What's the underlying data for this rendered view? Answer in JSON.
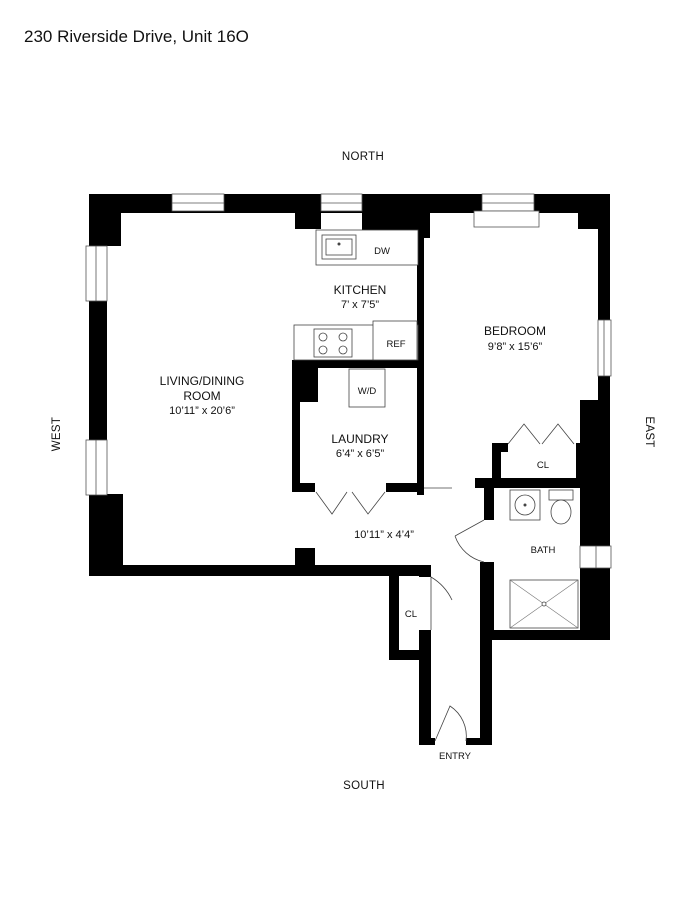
{
  "title": "230 Riverside Drive, Unit 16O",
  "compass": {
    "north": "NORTH",
    "south": "SOUTH",
    "east": "EAST",
    "west": "WEST"
  },
  "rooms": {
    "living": {
      "name_line1": "LIVING/DINING",
      "name_line2": "ROOM",
      "dim": "10’11” x 20’6”"
    },
    "kitchen": {
      "name": "KITCHEN",
      "dim": "7’ x 7’5”"
    },
    "bedroom": {
      "name": "BEDROOM",
      "dim": "9’8” x 15’6”"
    },
    "laundry": {
      "name": "LAUNDRY",
      "dim": "6’4” x 6’5”"
    },
    "hall": {
      "dim": "10’11” x 4’4”"
    },
    "bath": {
      "name": "BATH"
    },
    "bedroom_closet": {
      "name": "CL"
    },
    "entry_closet": {
      "name": "CL"
    },
    "entry": {
      "name": "ENTRY"
    }
  },
  "fixtures": {
    "dishwasher": "DW",
    "refrigerator": "REF",
    "washer_dryer": "W/D"
  }
}
